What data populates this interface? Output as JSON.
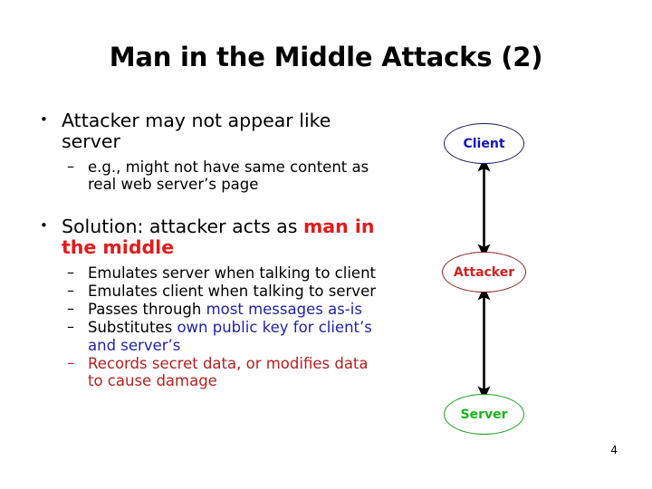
{
  "slide": {
    "title": "Man in the Middle Attacks (2)",
    "page_number": "4"
  },
  "bullets": {
    "b1": {
      "text": "Attacker may not appear like server",
      "marker": "•"
    },
    "b1_sub": [
      {
        "marker": "–",
        "text": "e.g., might not have same content as real web server’s page"
      }
    ],
    "b2": {
      "prefix": "Solution: attacker acts as ",
      "emphasis": "man in the middle",
      "marker": "•"
    },
    "b2_sub": [
      {
        "marker": "–",
        "black": "Emulates server when talking to client",
        "blue": ""
      },
      {
        "marker": "–",
        "black": "Emulates client when talking to server",
        "blue": ""
      },
      {
        "marker": "–",
        "black": "Passes through ",
        "blue": "most messages as-is"
      },
      {
        "marker": "–",
        "black": "Substitutes ",
        "blue": "own public key for client’s and server’s"
      },
      {
        "marker": "–",
        "darkred": "Records secret data, or modifies data to cause damage"
      }
    ]
  },
  "diagram": {
    "nodes": [
      {
        "id": "client",
        "label": "Client",
        "color": "#1313c4",
        "stroke": "#1a1a66"
      },
      {
        "id": "attacker",
        "label": "Attacker",
        "color": "#d42020",
        "stroke": "#8b2222"
      },
      {
        "id": "server",
        "label": "Server",
        "color": "#16b516",
        "stroke": "#16a016"
      }
    ],
    "edges": [
      {
        "from": "client",
        "to": "attacker",
        "style": "double-arrow",
        "color": "#000000"
      },
      {
        "from": "attacker",
        "to": "server",
        "style": "double-arrow",
        "color": "#000000"
      }
    ]
  },
  "colors": {
    "emphasis_red": "#e31b1b",
    "blue": "#2222a8",
    "dark_red": "#b52020",
    "black": "#000000",
    "background": "#ffffff"
  }
}
